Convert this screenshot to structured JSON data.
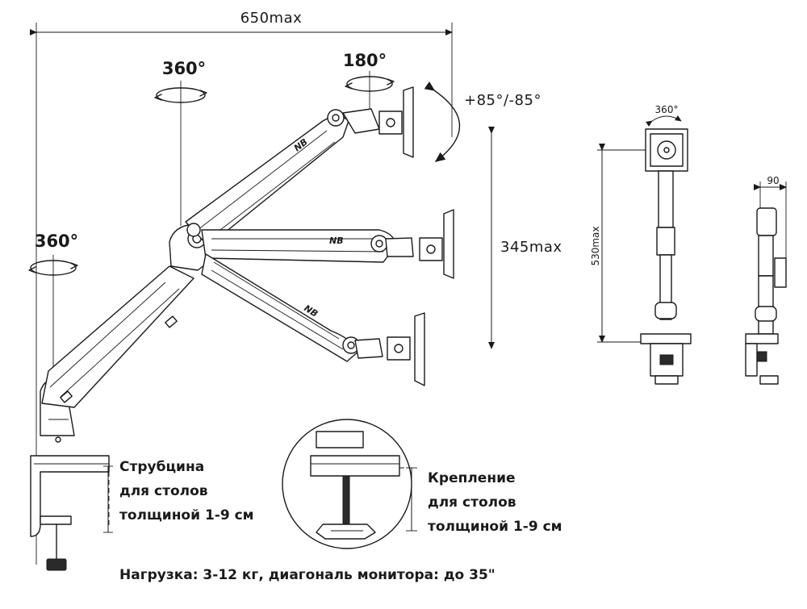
{
  "dimensions": {
    "width_max": "650max",
    "height_range_max": "345max",
    "height_total_max": "530max",
    "depth": "90",
    "tilt": "+85°/-85°"
  },
  "rotations": {
    "base": "360°",
    "arm": "360°",
    "head": "180°",
    "side_view": "360°"
  },
  "brand_logo": "NB",
  "clamp_label": [
    "Струбцина",
    "для столов",
    "толщиной 1-9 см"
  ],
  "grommet_label": [
    "Крепление",
    "для столов",
    "толщиной 1-9 см"
  ],
  "load_note": "Нагрузка: 3-12 кг, диагональ монитора: до 35\""
}
